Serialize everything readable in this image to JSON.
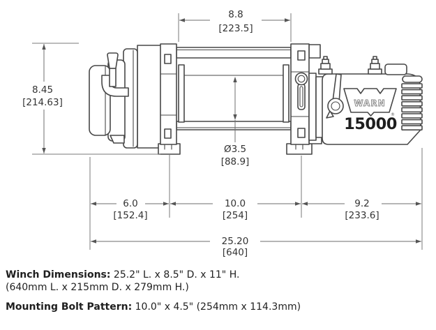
{
  "drawing": {
    "brand": "WARN",
    "registered_mark": "®",
    "model": "15000",
    "dims": {
      "top_width_in": "8.8",
      "top_width_mm": "[223.5]",
      "height_in": "8.45",
      "height_mm": "[214.63]",
      "drum_dia_in": "Ø3.5",
      "drum_dia_mm": "[88.9]",
      "left_in": "6.0",
      "left_mm": "[152.4]",
      "bolt_span_in": "10.0",
      "bolt_span_mm": "[254]",
      "right_in": "9.2",
      "right_mm": "[233.6]",
      "overall_in": "25.20",
      "overall_mm": "[640]"
    }
  },
  "notes": {
    "dims_label": "Winch Dimensions:",
    "dims_value": "25.2\" L. x 8.5\" D. x 11\" H.",
    "dims_metric": "(640mm L. x 215mm D. x 279mm H.)",
    "bolt_label": "Mounting Bolt Pattern:",
    "bolt_value": "10.0\" x 4.5\" (254mm x 114.3mm)"
  },
  "colors": {
    "line": "#474747",
    "dimension_line": "#6e6e6e",
    "dimension_text": "#333333",
    "note_text": "#1f1f1f",
    "model_text": "#1e1e1e",
    "background": "#ffffff"
  }
}
